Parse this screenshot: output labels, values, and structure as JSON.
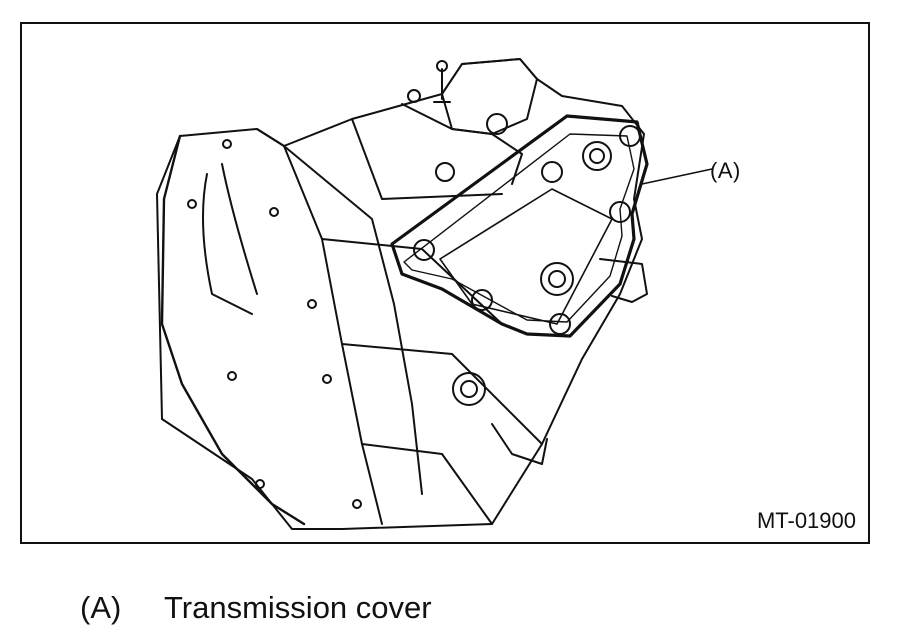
{
  "figure": {
    "callout_label": "(A)",
    "figure_code": "MT-01900"
  },
  "legend": [
    {
      "key": "(A)",
      "text": "Transmission cover"
    }
  ]
}
